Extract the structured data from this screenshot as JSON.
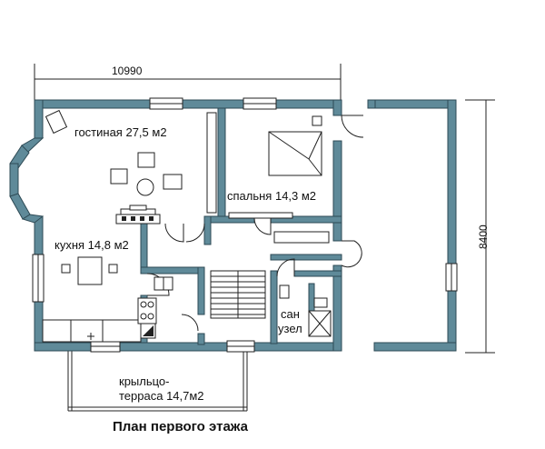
{
  "dimensions": {
    "width_label": "10990",
    "depth_label": "8400"
  },
  "rooms": {
    "living": "гостиная 27,5 м2",
    "bedroom": "спальня 14,3 м2",
    "kitchen": "кухня 14,8 м2",
    "bath_line1": "сан",
    "bath_line2": "узел",
    "porch_line1": "крыльцо-",
    "porch_line2": "терраса 14,7м2"
  },
  "caption": "План первого этажа",
  "colors": {
    "wall": "#5f8a99",
    "line": "#222222"
  }
}
